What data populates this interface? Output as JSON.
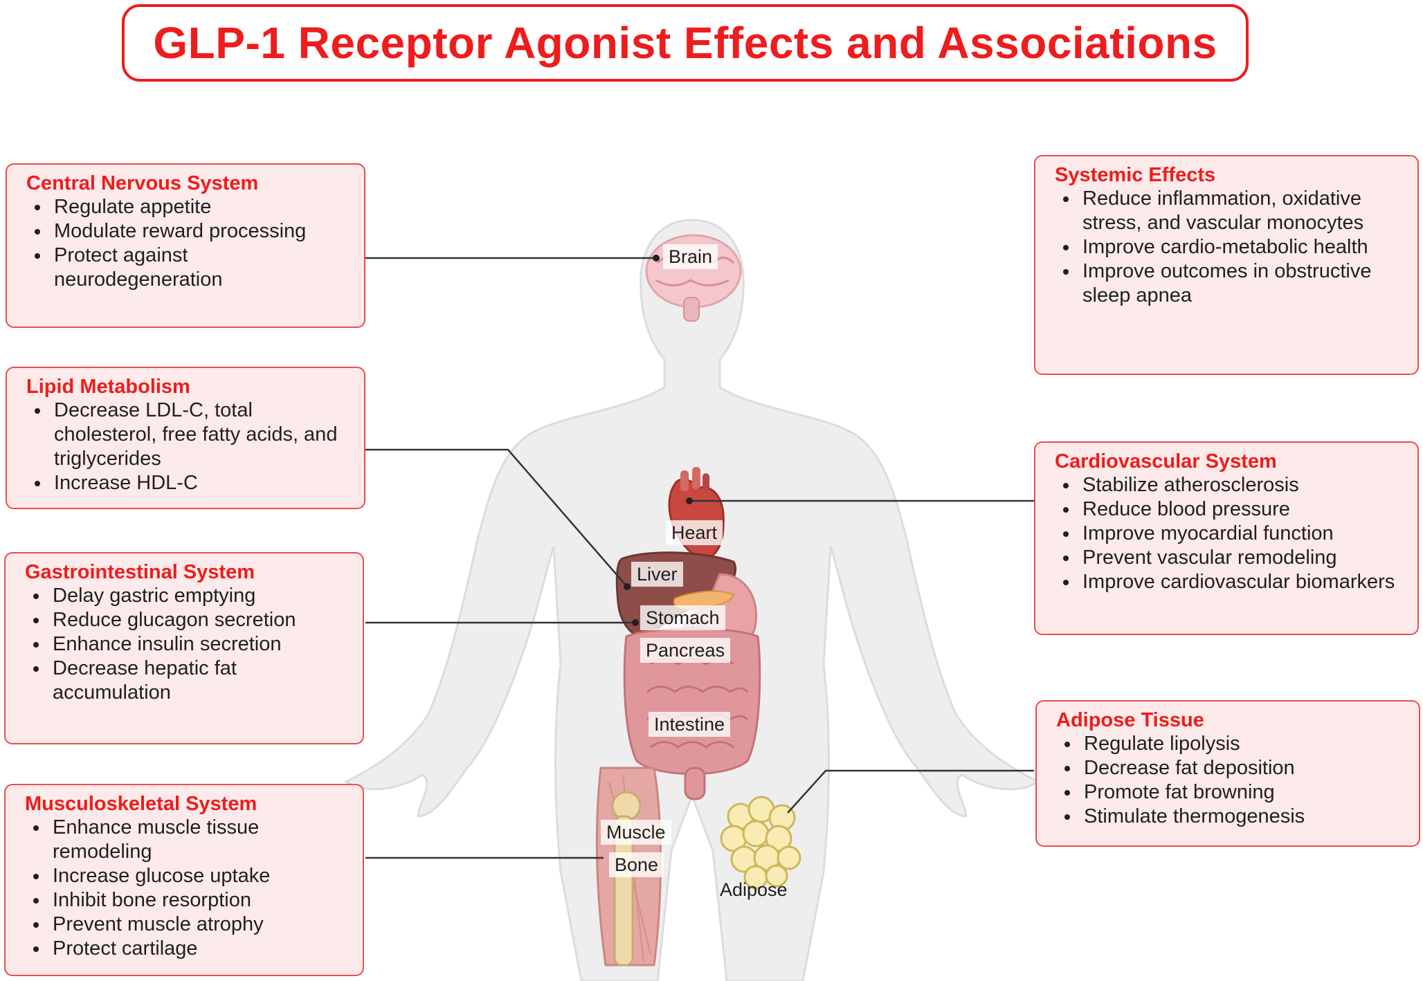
{
  "title": "GLP-1 Receptor Agonist Effects and Associations",
  "colors": {
    "accent": "#ee1c1c",
    "panel_bg": "#fdeaea",
    "panel_border": "#ec4b4b"
  },
  "panels": {
    "cns": {
      "title": "Central Nervous System",
      "items": [
        "Regulate appetite",
        "Modulate reward processing",
        "Protect against neurodegeneration"
      ]
    },
    "lipid": {
      "title": "Lipid Metabolism",
      "items": [
        "Decrease LDL-C, total cholesterol, free fatty acids, and triglycerides",
        "Increase HDL-C"
      ]
    },
    "gi": {
      "title": "Gastrointestinal System",
      "items": [
        "Delay gastric emptying",
        "Reduce glucagon secretion",
        "Enhance insulin secretion",
        "Decrease hepatic fat accumulation"
      ]
    },
    "msk": {
      "title": "Musculoskeletal System",
      "items": [
        "Enhance muscle tissue remodeling",
        "Increase glucose uptake",
        "Inhibit bone resorption",
        "Prevent muscle atrophy",
        "Protect cartilage"
      ]
    },
    "systemic": {
      "title": "Systemic Effects",
      "items": [
        "Reduce inflammation, oxidative stress, and vascular monocytes",
        "Improve cardio-metabolic health",
        "Improve outcomes in obstructive sleep apnea"
      ]
    },
    "cardio": {
      "title": "Cardiovascular System",
      "items": [
        "Stabilize atherosclerosis",
        "Reduce blood pressure",
        "Improve myocardial function",
        "Prevent vascular remodeling",
        "Improve cardiovascular biomarkers"
      ]
    },
    "adipose": {
      "title": "Adipose Tissue",
      "items": [
        "Regulate lipolysis",
        "Decrease fat deposition",
        "Promote fat browning",
        "Stimulate thermogenesis"
      ]
    }
  },
  "organs": {
    "brain": "Brain",
    "heart": "Heart",
    "liver": "Liver",
    "stomach": "Stomach",
    "pancreas": "Pancreas",
    "intestine": "Intestine",
    "muscle": "Muscle",
    "bone": "Bone",
    "adipose": "Adipose"
  }
}
